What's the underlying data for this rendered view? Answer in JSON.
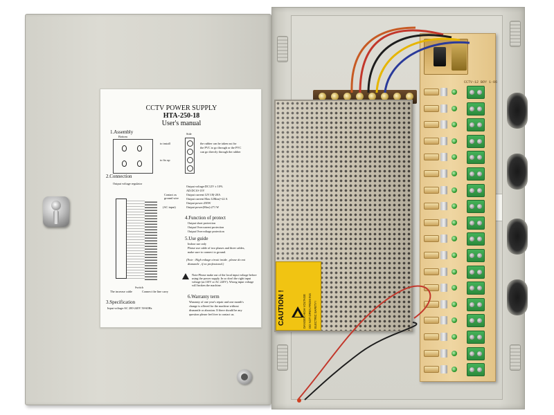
{
  "manual": {
    "title": "CCTV POWER SUPPLY",
    "model": "HTA-250-18",
    "subtitle": "User's manual",
    "assembly": "1.Assembly",
    "bottom_label": "Bottom",
    "side_label": "Side",
    "to_install": "to install",
    "to_fix_up": "to fix up",
    "side_text": [
      "the rubber can be taken out for",
      "the PVC to go through or the PVC",
      "can go directly through the rubber"
    ],
    "connection": "2.Connection",
    "output_voltage_regulator": "Output voltage regulator",
    "contact_ground": [
      "Contact as",
      "ground wire"
    ],
    "ac_input": "(AC input)",
    "specs": [
      "Output voltage:DC12V ± 10%",
      "AD:DC10-13V",
      "Output current:12V:18(-20A",
      "Output current Max:12Max(=22 A",
      "Output power:250W",
      "Output power(Max):271 W"
    ],
    "function": "4.Function of protect",
    "function_items": [
      "Output short protection",
      "Output Overcurrent protection",
      "Output Overvoltage protection"
    ],
    "use_guide": "5.Use guide",
    "use_items": [
      "Indoor use only",
      "Please use cable of two phases and three cables,",
      "make sure to connect to ground."
    ],
    "note": [
      "(Note : High voltage circuit inside , please do not",
      "dismantle , if no professional.)"
    ],
    "switch_label": "Switch",
    "increase_label": "The increase cable",
    "connect_label": "Connect the line carry",
    "warn_text": [
      "Note:Please make out of the local input voltage before",
      "using the power supply. In so don't the right input",
      "voltage (ac110V or AC 220V). Wrong input voltage",
      "will broken the machine."
    ],
    "spec": "3.Specification",
    "input_voltage": "Input voltage:AC 200-240V 50-60Hz",
    "warranty": "6.Warranty term",
    "warranty_items": [
      "Warranty of one year's repair and one month's",
      "change is offered for the machine without",
      "dismantle or abrasion. If there should be any",
      "question please feel free to contact us."
    ]
  },
  "caution": {
    "word": "CAUTION !",
    "warn": [
      "DANGER HIGH VOLTAGE",
      "DO NOT OPEN FROM INS",
      "ELECTRIC SAFETY !"
    ]
  },
  "board": {
    "label": "CCTV-12 BOY 1-06"
  },
  "colors": {
    "enclosure": "#d8d7cf",
    "caution_yellow": "#f1c412",
    "terminal_green": "#2b8a3c",
    "board_tan": "#efd6a2"
  },
  "icons": [
    "key-lock-icon",
    "warning-triangle-icon",
    "screw-icon"
  ]
}
